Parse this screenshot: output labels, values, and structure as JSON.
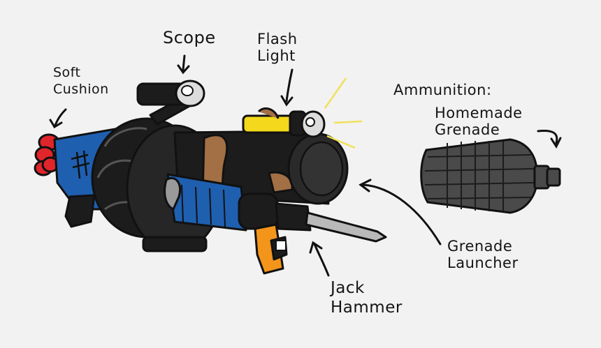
{
  "labels": {
    "soft_cushion": "Soft\nCushion",
    "scope": "Scope",
    "flash_light": "Flash\nLight",
    "ammunition": "Ammunition:",
    "homemade_grenade": "Homemade\nGrenade",
    "grenade_launcher": "Grenade\nLauncher",
    "jack_hammer": "Jack\nHammer"
  },
  "colors": {
    "background": "#f2f2f2",
    "barrel_black": "#1c1c1c",
    "body_blue": "#1f5fb0",
    "cushion_red": "#e0252b",
    "grip_orange": "#f3951a",
    "flashlight_yellow": "#f3d81c",
    "tape_brown": "#a36f45",
    "grenade_gray": "#4a4a4a",
    "bit_gray": "#b9b9b9"
  },
  "icons": {
    "weapon": "grenade-launcher-drawing",
    "grenade": "homemade-grenade-drawing"
  }
}
